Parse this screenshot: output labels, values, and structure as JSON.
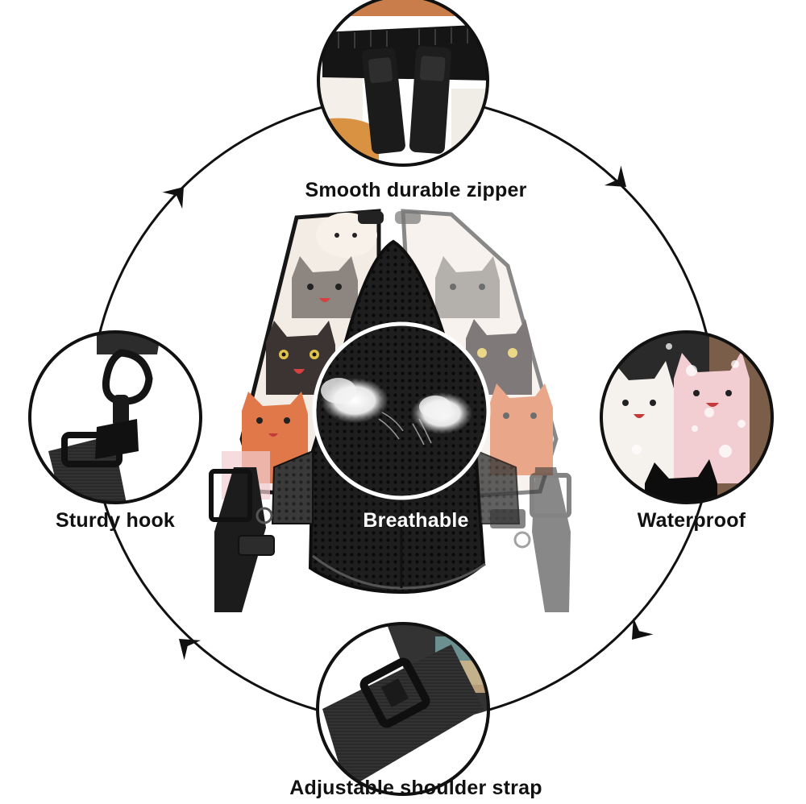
{
  "features": {
    "zipper": "Smooth durable zipper",
    "hook": "Sturdy hook",
    "breathable": "Breathable",
    "waterproof": "Waterproof",
    "strap": "Adjustable shoulder strap"
  },
  "colors": {
    "outline": "#111111",
    "bag_black": "#1c1c1c",
    "cat_orange": "#e0784a",
    "cat_gray": "#8d8680",
    "cat_cream": "#f4ede6",
    "cat_pink": "#f2cdd2"
  }
}
